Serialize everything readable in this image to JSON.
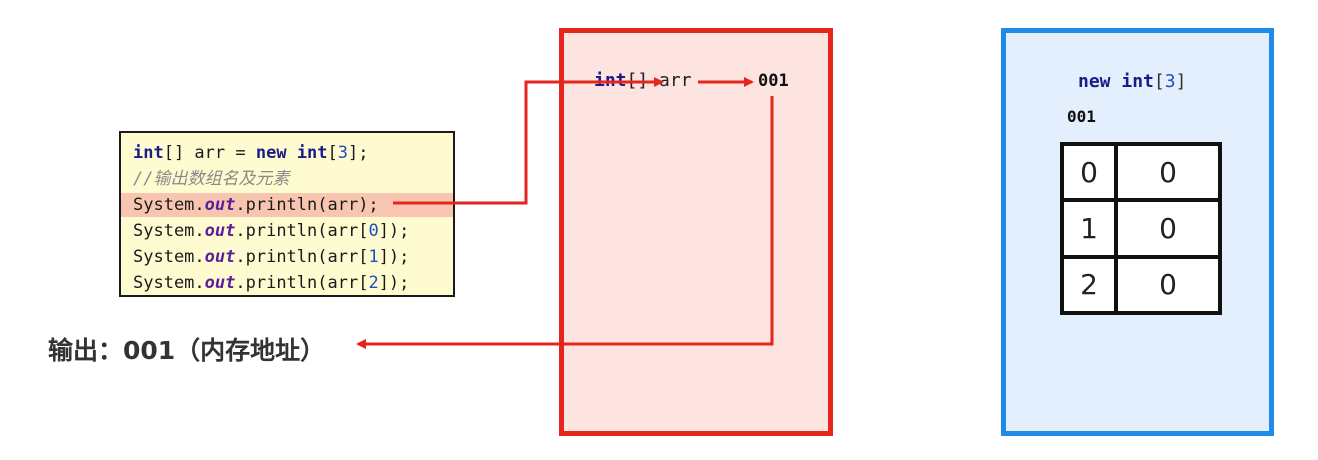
{
  "code": {
    "line1": {
      "kw1": "int",
      "t1": "[] arr = ",
      "kw2": "new",
      "kw3": "int",
      "t2": "[",
      "num": "3",
      "t3": "];"
    },
    "comment": "//输出数组名及元素",
    "print_lines": [
      {
        "a": "System.",
        "field": "out",
        "b": ".println(arr);"
      },
      {
        "a": "System.",
        "field": "out",
        "b": ".println(arr[",
        "idx": "0",
        "c": "]);"
      },
      {
        "a": "System.",
        "field": "out",
        "b": ".println(arr[",
        "idx": "1",
        "c": "]);"
      },
      {
        "a": "System.",
        "field": "out",
        "b": ".println(arr[",
        "idx": "2",
        "c": "]);"
      }
    ]
  },
  "stack": {
    "type_kw": "int",
    "type_rest": "[]",
    "var_name": "arr",
    "address": "001"
  },
  "heap": {
    "kw_new": "new",
    "kw_int": "int",
    "size_open": "[",
    "size": "3",
    "size_close": "]",
    "address": "001",
    "rows": [
      {
        "index": "0",
        "value": "0"
      },
      {
        "index": "1",
        "value": "0"
      },
      {
        "index": "2",
        "value": "0"
      }
    ]
  },
  "output_text": "输出：001（内存地址）",
  "colors": {
    "arrow": "#e5261c",
    "stack_border": "#e5261c",
    "heap_border": "#1f8be8"
  }
}
